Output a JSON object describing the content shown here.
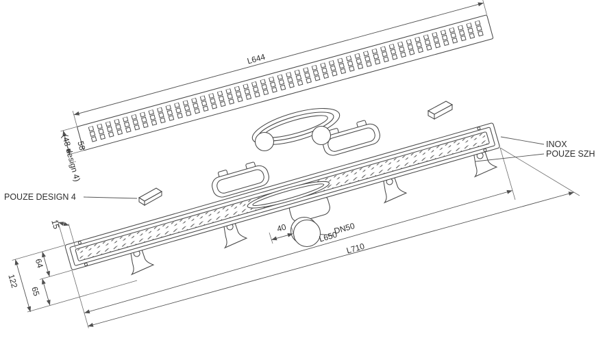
{
  "drawing": {
    "background": "#ffffff",
    "line_color": "#474747"
  },
  "labels": {
    "grate_length": "L644",
    "grate_width": "58",
    "grate_width_note": "(48-design 4)",
    "design_part": "POUZE DESIGN 4",
    "material": "INOX",
    "model": "POUZE SZH",
    "rim_height": "15",
    "body_height": "64",
    "total_height": "122",
    "foot_height": "65",
    "outlet_offset": "40",
    "outlet_diameter": "DN50",
    "channel_length": "L650",
    "overall_length": "L710"
  }
}
